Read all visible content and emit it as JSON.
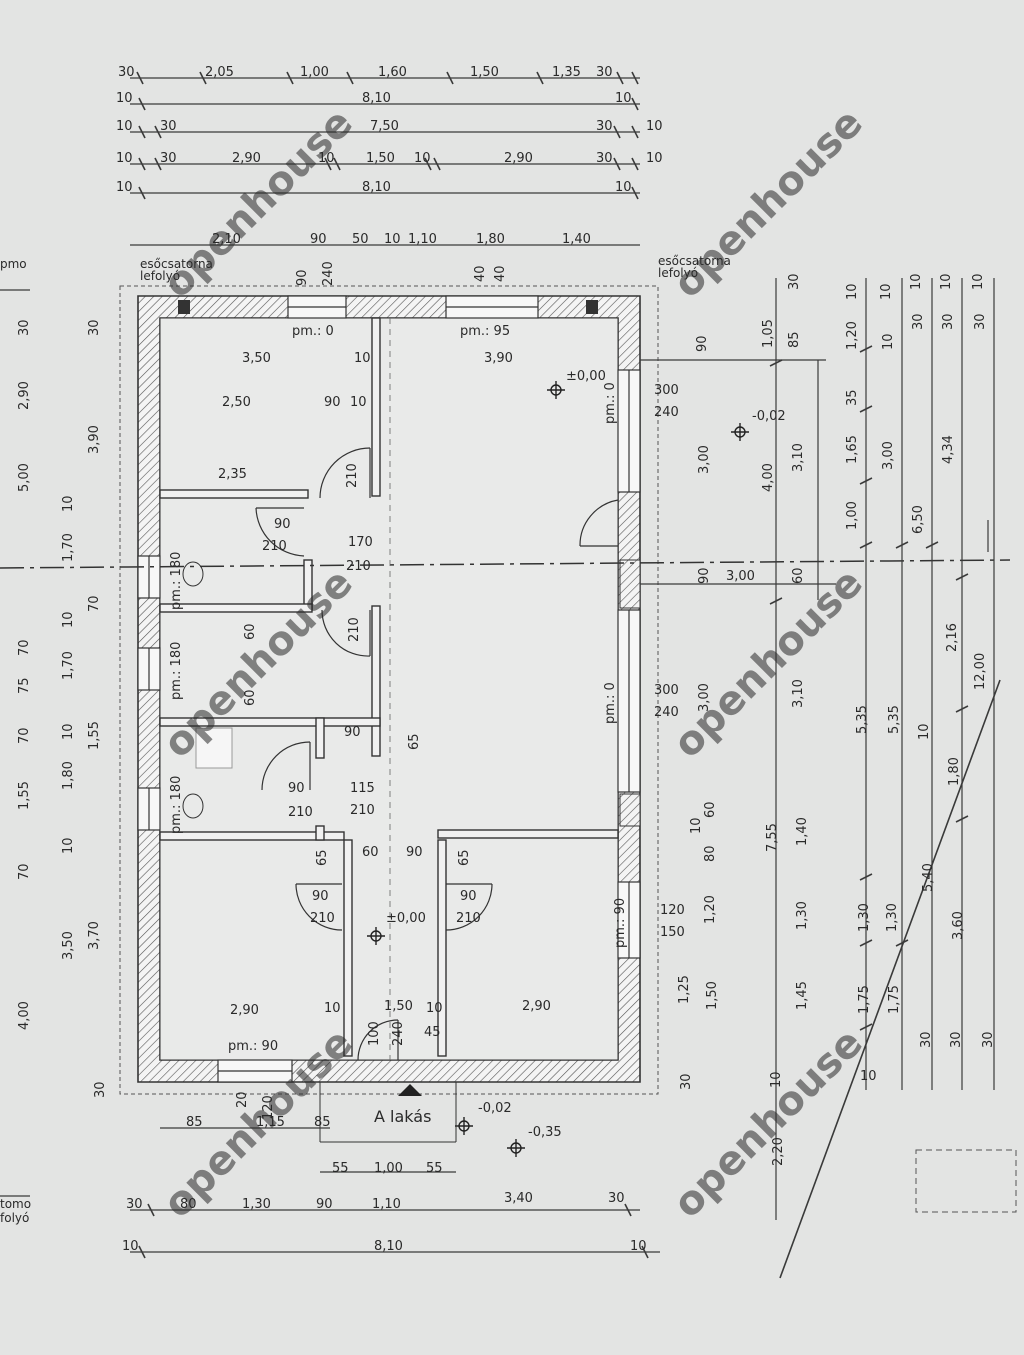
{
  "dims": {
    "top_row1": [
      "30",
      "2,05",
      "1,00",
      "1,60",
      "1,50",
      "1,35",
      "30"
    ],
    "top_row2": [
      "10",
      "8,10",
      "10"
    ],
    "top_row3": [
      "10",
      "30",
      "7,50",
      "30",
      "10"
    ],
    "top_row4": [
      "10",
      "30",
      "2,90",
      "10",
      "1,50",
      "10",
      "2,90",
      "30",
      "10"
    ],
    "top_row5": [
      "10",
      "8,10",
      "10"
    ],
    "top_row6": [
      "2,10",
      "90",
      "50",
      "10",
      "1,10",
      "1,80",
      "1,40"
    ],
    "bottom_row1": [
      "85",
      "1,15",
      "85"
    ],
    "bottom_row2": [
      "55",
      "1,00",
      "55"
    ],
    "bottom_row3": [
      "30",
      "80",
      "1,30",
      "90",
      "1,10",
      "3,40",
      "30"
    ],
    "bottom_row4": [
      "10",
      "8,10",
      "10"
    ],
    "left_outer": [
      "30",
      "2,90",
      "5,00",
      "10",
      "1,70",
      "10",
      "70",
      "75",
      "70",
      "1,55",
      "70",
      "3,50",
      "4,00"
    ],
    "left_inner": [
      "30",
      "3,90",
      "10",
      "70",
      "1,70",
      "10",
      "1,55",
      "10",
      "1,80",
      "10",
      "3,70",
      "30"
    ],
    "right_a": [
      "90",
      "3,00",
      "90",
      "3,00",
      "10",
      "1,20",
      "1,50",
      "1,25",
      "30"
    ],
    "right_b": [
      "1,05",
      "85",
      "4,00",
      "3,10",
      "60",
      "3,10",
      "60",
      "80",
      "7,55",
      "2,20",
      "10"
    ],
    "right_c": [
      "1,20",
      "35",
      "1,65",
      "1,00",
      "5,35",
      "1,40",
      "1,30",
      "1,45",
      "10"
    ],
    "right_d": [
      "10",
      "10",
      "3,00",
      "5,35",
      "1,30",
      "1,75",
      "10"
    ],
    "right_e": [
      "30",
      "10",
      "6,50",
      "10",
      "5,40",
      "1,75",
      "30"
    ],
    "right_f": [
      "30",
      "4,34",
      "2,16",
      "1,80",
      "3,60",
      "30"
    ],
    "right_g": [
      "30",
      "10",
      "12,00",
      "30",
      "10"
    ],
    "right_top": [
      "10",
      "30",
      "10",
      "30",
      "10",
      "10",
      "10"
    ]
  },
  "room_labels": {
    "r1_top": "3,50",
    "r1_mid": "2,50",
    "r1_mid2": "90",
    "r1_mid3": "10",
    "r1_low": "2,35",
    "r1_wall": "10",
    "r2_top": "3,90",
    "r2_pm": "pm.: 95",
    "r1_pm": "pm.: 0",
    "level_main": "±0,00",
    "level_out": "-0,02",
    "door1_w": "90",
    "door1_h": "210",
    "door2_w": "210",
    "hall_w": "170",
    "hall_h": "210",
    "r3_v": "60",
    "r3_v2": "60",
    "r3_door": "210",
    "bath_w": "90",
    "bath_w2": "210",
    "bath_w3": "115",
    "bath_w4": "210",
    "room_lower_l": "2,90",
    "room_lower_r": "2,90",
    "door_ll_w": "90",
    "door_ll_h": "210",
    "door_lr_w": "90",
    "door_lr_h": "210",
    "level_lower": "±0,00",
    "pm_bottom": "pm.: 90",
    "corr_60": "60",
    "corr_90": "90",
    "v65a": "65",
    "v65b": "65",
    "v65c": "65",
    "w_300a": "300",
    "w_240a": "240",
    "w_300b": "300",
    "w_240b": "240",
    "w_120": "120",
    "w_150": "150",
    "pm_right1": "pm.: 0",
    "pm_right2": "pm.: 0",
    "pm_right3": "pm.: 90",
    "pm_left1": "pm.: 180",
    "pm_left2": "pm.: 180",
    "pm_left3": "pm.: 180",
    "entry_150": "1,50",
    "entry_10a": "10",
    "entry_10b": "10",
    "entry_100": "100",
    "entry_240": "240",
    "entry_45": "45",
    "win_top_90": "90",
    "win_top_240": "240",
    "win_top2_40": "40",
    "win_top2_40b": "40",
    "apartment": "A lakás",
    "lvl_entry": "-0,02",
    "lvl_ext": "-0,35",
    "bottom_win_20": "20",
    "bottom_win_120": "120"
  },
  "side_text": {
    "left_top": "pmo",
    "left_bottom1": "tomo",
    "left_bottom2": "folyó",
    "top_left_a": "esőcsatorna",
    "top_left_b": "lefolyó",
    "top_right_a": "esőcsatorna",
    "top_right_b": "lefolyó"
  },
  "watermark": "openhouse",
  "colors": {
    "line": "#3a3a3a",
    "wall_fill": "#f4f4f4",
    "hatch": "#555555",
    "background": "#e3e4e3"
  }
}
